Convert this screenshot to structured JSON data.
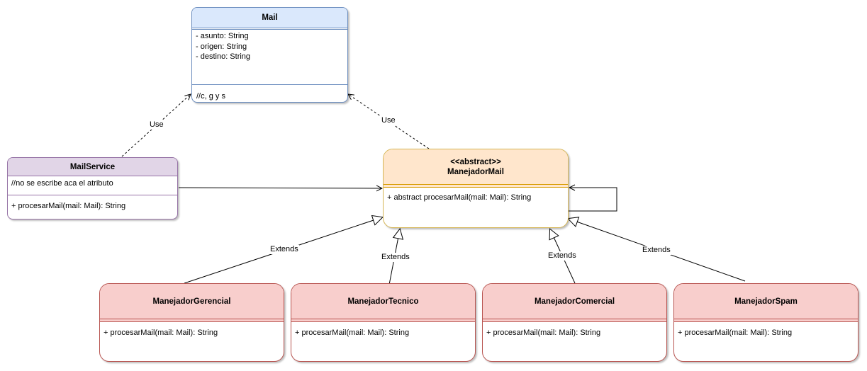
{
  "classes": {
    "mail": {
      "name": "Mail",
      "attributes": [
        "- asunto: String",
        "- origen: String",
        "- destino: String"
      ],
      "methods": [
        "//c, g y s"
      ]
    },
    "mail_service": {
      "name": "MailService",
      "attributes": [
        "//no se escribe aca el atributo"
      ],
      "methods": [
        "+ procesarMail(mail: Mail): String"
      ]
    },
    "manejador_mail": {
      "stereotype": "<<abstract>>",
      "name": "ManejadorMail",
      "methods": [
        "+ abstract procesarMail(mail: Mail): String"
      ]
    },
    "gerencial": {
      "name": "ManejadorGerencial",
      "methods": [
        "+ procesarMail(mail: Mail): String"
      ]
    },
    "tecnico": {
      "name": "ManejadorTecnico",
      "methods": [
        "+ procesarMail(mail: Mail): String"
      ]
    },
    "comercial": {
      "name": "ManejadorComercial",
      "methods": [
        "+ procesarMail(mail: Mail): String"
      ]
    },
    "spam": {
      "name": "ManejadorSpam",
      "methods": [
        "+ procesarMail(mail: Mail): String"
      ]
    }
  },
  "relations": {
    "use_label": "Use",
    "extends_label": "Extends"
  },
  "colors": {
    "mail_fill": "#dae8fc",
    "mail_stroke": "#6c8ebf",
    "service_fill": "#e1d5e7",
    "service_stroke": "#9673a6",
    "abstract_fill": "#ffe6cc",
    "abstract_stroke": "#d6b656",
    "sub_fill": "#f8cecc",
    "sub_stroke": "#b85450"
  }
}
